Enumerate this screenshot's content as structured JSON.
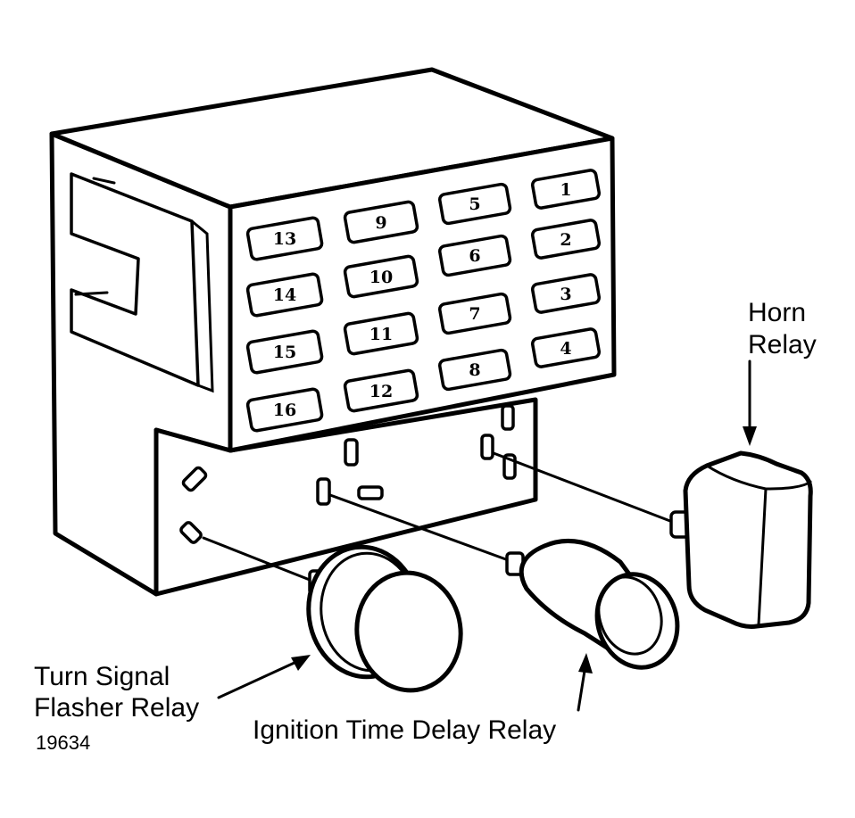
{
  "labels": {
    "horn_relay": [
      "Horn",
      "Relay"
    ],
    "turn_signal": [
      "Turn Signal",
      "Flasher Relay"
    ],
    "ignition": "Ignition Time Delay Relay",
    "figure_number": "19634"
  },
  "fuses": [
    {
      "label": "1"
    },
    {
      "label": "2"
    },
    {
      "label": "3"
    },
    {
      "label": "4"
    },
    {
      "label": "5"
    },
    {
      "label": "6"
    },
    {
      "label": "7"
    },
    {
      "label": "8"
    },
    {
      "label": "9"
    },
    {
      "label": "10"
    },
    {
      "label": "11"
    },
    {
      "label": "12"
    },
    {
      "label": "13"
    },
    {
      "label": "14"
    },
    {
      "label": "15"
    },
    {
      "label": "16"
    }
  ],
  "colors": {
    "line": "#000000",
    "fill": "#ffffff"
  }
}
